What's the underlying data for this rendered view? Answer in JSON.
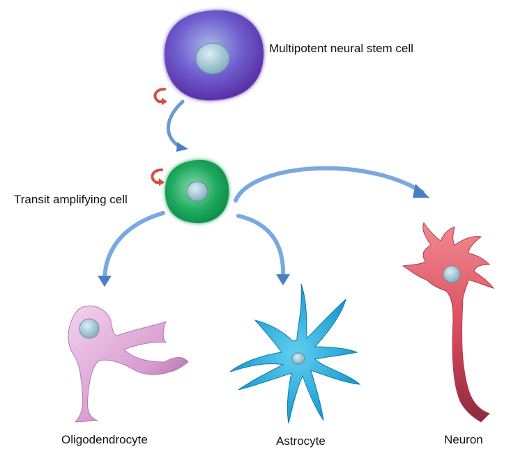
{
  "labels": {
    "stem_cell": "Multipotent neural stem cell",
    "transit_cell": "Transit amplifying cell",
    "oligodendrocyte": "Oligodendrocyte",
    "astrocyte": "Astrocyte",
    "neuron": "Neuron"
  },
  "colors": {
    "stem_cell": "#6a4fc0",
    "transit_cell": "#1fa05a",
    "oligodendrocyte": "#e0a8d8",
    "astrocyte": "#1aa6d6",
    "neuron": "#e05a6a",
    "nucleus": "#8fb8c8",
    "arrow_blue": "#5a8fd0",
    "arrow_red": "#d2503c"
  },
  "icons": {
    "self_renewal": "curved-arrow-icon",
    "differentiation": "arrow-icon"
  }
}
